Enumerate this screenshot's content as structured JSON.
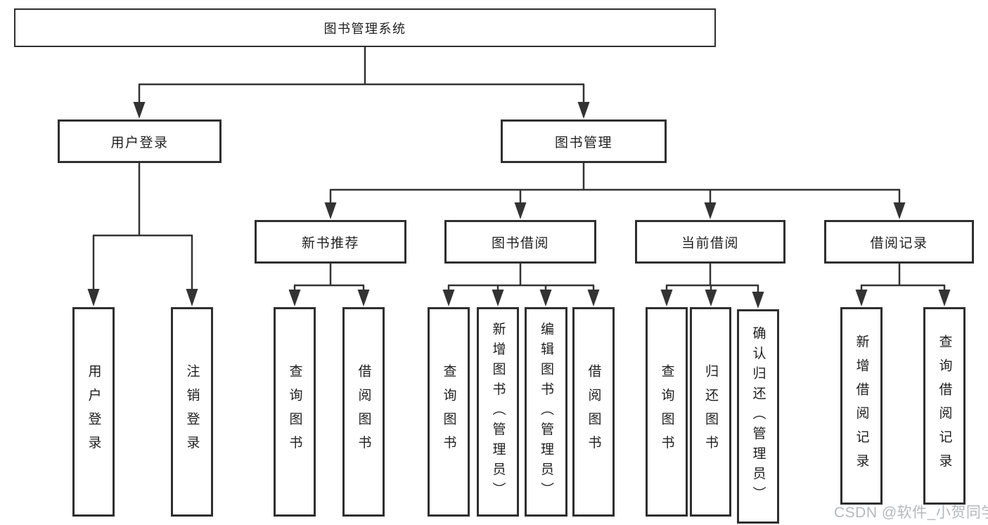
{
  "diagram": {
    "root": "图书管理系统",
    "level2": [
      "用户登录",
      "图书管理"
    ],
    "level3": [
      "新书推荐",
      "图书借阅",
      "当前借阅",
      "借阅记录"
    ],
    "leaves": [
      "用户登录",
      "注销登录",
      "查询图书",
      "借阅图书",
      "查询图书",
      "新增图书（管理员）",
      "编辑图书（管理员）",
      "借阅图书",
      "查询图书",
      "归还图书",
      "确认归还（管理员）",
      "新增借阅记录",
      "查询借阅记录"
    ],
    "colors": {
      "line": "#333333",
      "box_border": "#2f2f2f",
      "text": "#1f1f1f",
      "background": "#ffffff"
    }
  },
  "watermark": {
    "text": "CSDN @软件_小贺同学",
    "color": "#b5b8bb"
  }
}
